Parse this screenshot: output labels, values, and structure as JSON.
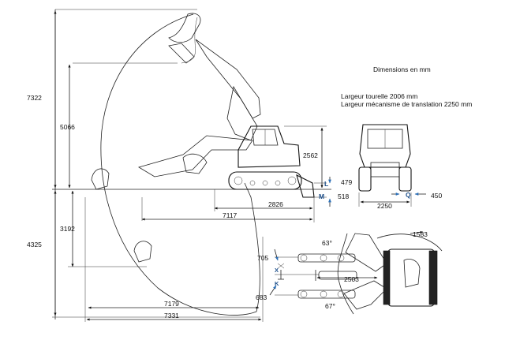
{
  "notes": {
    "units": "Dimensions en mm",
    "turret_width": "Largeur tourelle 2006 mm",
    "track_width": "Largeur mécanisme de translation 2250 mm"
  },
  "dims": {
    "max_height": "7322",
    "dump_height": "5066",
    "dig_depth_total": "4325",
    "dig_depth_vertical": "3192",
    "reach_ground": "7179",
    "reach_max": "7331",
    "tail_length": "2826",
    "transport_length": "7117",
    "cab_height": "2562",
    "blade_lift": "479",
    "blade_depth": "518",
    "track_gauge": "2250",
    "front_offset": "450",
    "offset_right": "705",
    "offset_left": "683",
    "swing_right_dim": "2503",
    "tail_swing_radius": "1583",
    "angle_right": "63°",
    "angle_left": "67°"
  },
  "letters": {
    "l": "L",
    "m": "M",
    "q": "Q",
    "x": "X",
    "k": "K"
  }
}
